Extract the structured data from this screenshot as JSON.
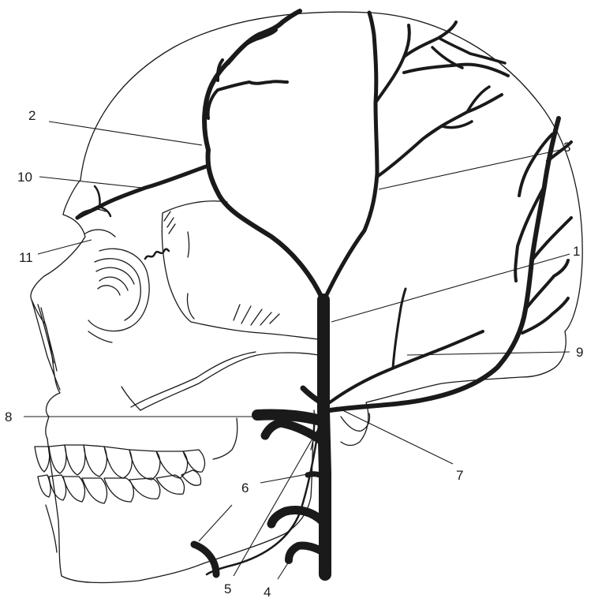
{
  "figure": {
    "labels": [
      {
        "id": "1",
        "text": "1"
      },
      {
        "id": "2",
        "text": "2"
      },
      {
        "id": "3",
        "text": "3"
      },
      {
        "id": "4",
        "text": "4"
      },
      {
        "id": "5",
        "text": "5"
      },
      {
        "id": "6",
        "text": "6"
      },
      {
        "id": "7",
        "text": "7"
      },
      {
        "id": "8",
        "text": "8"
      },
      {
        "id": "9",
        "text": "9"
      },
      {
        "id": "10",
        "text": "10"
      },
      {
        "id": "11",
        "text": "11"
      }
    ],
    "colors": {
      "ink": "#1a1a1a",
      "background": "#ffffff"
    }
  }
}
